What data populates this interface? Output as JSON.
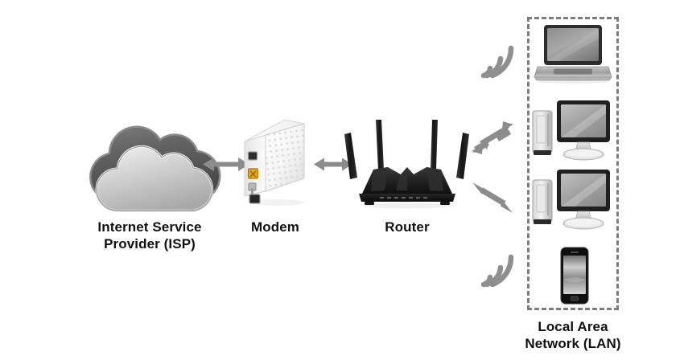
{
  "diagram": {
    "title": "Home network topology diagram",
    "background_color": "#ffffff",
    "nodes": [
      {
        "id": "isp",
        "icon": "cloud-icon",
        "label": "Internet Service\nProvider (ISP)",
        "label_line1": "Internet Service",
        "label_line2": "Provider (ISP)"
      },
      {
        "id": "modem",
        "icon": "modem-icon",
        "label": "Modem"
      },
      {
        "id": "router",
        "icon": "router-icon",
        "label": "Router"
      }
    ],
    "lan": {
      "label": "Local Area\nNetwork (LAN)",
      "label_line1": "Local Area",
      "label_line2": "Network (LAN)",
      "border_style": "dashed",
      "border_color": "#7d7d7d",
      "devices": [
        {
          "id": "laptop",
          "icon": "laptop-icon",
          "connection": "wireless"
        },
        {
          "id": "desktop-1",
          "icon": "desktop-computer-icon",
          "connection": "wired"
        },
        {
          "id": "desktop-2",
          "icon": "desktop-computer-icon",
          "connection": "wired"
        },
        {
          "id": "smartphone",
          "icon": "smartphone-icon",
          "connection": "wireless"
        }
      ]
    },
    "connections": [
      {
        "id": "isp-modem",
        "icon": "double-arrow-horizontal-icon",
        "from": "isp",
        "to": "modem",
        "type": "bidirectional"
      },
      {
        "id": "modem-router",
        "icon": "double-arrow-horizontal-icon",
        "from": "modem",
        "to": "router",
        "type": "bidirectional"
      },
      {
        "id": "router-desktop-1",
        "icon": "double-arrow-diagonal-icon",
        "from": "router",
        "to": "desktop-1",
        "type": "bidirectional"
      },
      {
        "id": "router-desktop-2",
        "icon": "double-arrow-diagonal-icon",
        "from": "router",
        "to": "desktop-2",
        "type": "bidirectional"
      }
    ],
    "wireless_signals": [
      {
        "id": "wifi-laptop",
        "icon": "wifi-signal-icon",
        "target": "laptop"
      },
      {
        "id": "wifi-smartphone",
        "icon": "wifi-signal-icon",
        "target": "smartphone"
      }
    ],
    "colors": {
      "arrow": "#8c8c8c",
      "wifi": "#8f8f8f",
      "lan_border": "#7d7d7d",
      "text": "#101010",
      "cloud_back": "#565656",
      "cloud_front": "#c9c9c9",
      "router_body": "#1d1d1d",
      "modem_body": "#f2f2f2"
    }
  }
}
